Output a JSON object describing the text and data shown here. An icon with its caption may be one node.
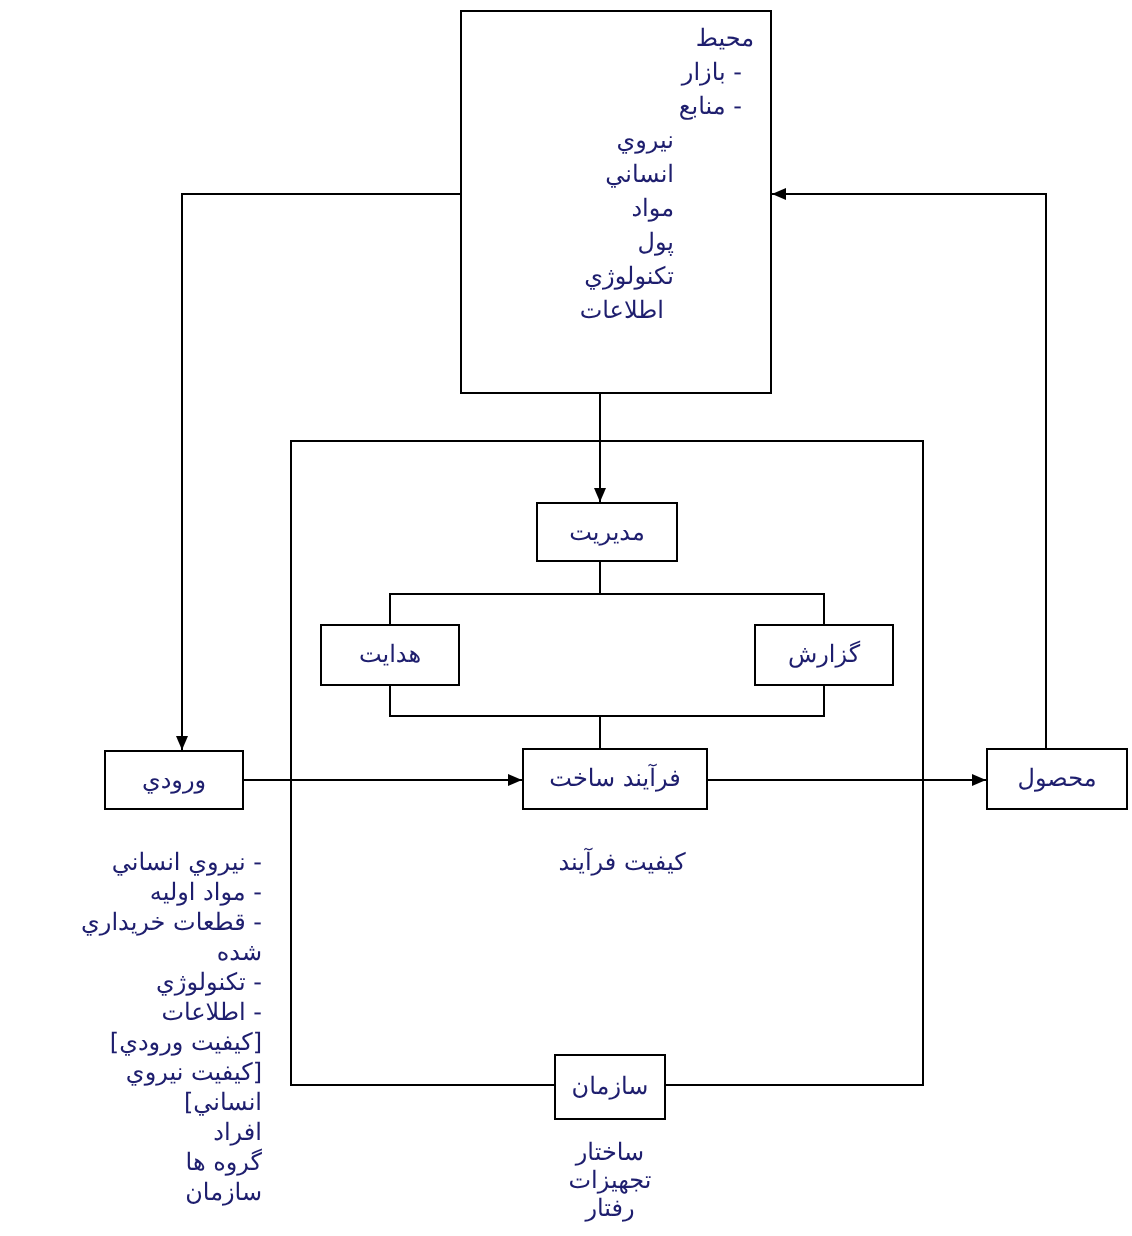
{
  "diagram": {
    "nodes": [
      {
        "text": [
          "محيط",
          "- بازار",
          "- منابع",
          "نيروي انساني",
          "مواد",
          "پول",
          "تكنولوژي",
          "اطلاعات"
        ]
      },
      {
        "text": [],
        "shape": "box"
      },
      {
        "text": [
          "مديريت"
        ],
        "in": 1
      },
      {
        "text": [
          "هدايت"
        ],
        "in": 1
      },
      {
        "text": [
          "گزارش"
        ],
        "in": 1
      },
      {
        "text": [
          "ورودي"
        ],
        "beside": [
          "- نيروي انساني",
          "- مواد اوليه",
          "- قطعات خريداري شده",
          "- تكنولوژي",
          "- اطلاعات",
          "[كيفيت ورودي]",
          "[كيفيت نيروي انساني]",
          "افراد",
          "گروه ها",
          "سازمان"
        ]
      },
      {
        "text": [
          "فرآيند ساخت"
        ],
        "in": 1,
        "beside": [
          "كيفيت فرآيند"
        ]
      },
      {
        "text": [
          "محصول"
        ]
      },
      {
        "text": [
          "سازمان"
        ],
        "beside": [
          "ساختار",
          "تجهيزات",
          "رفتار"
        ]
      }
    ],
    "edges": [
      {
        "from": 0,
        "to": 2,
        "arrow": "to"
      },
      {
        "from": 0,
        "to": 5,
        "arrow": "to"
      },
      {
        "from": 7,
        "to": 0,
        "arrow": "to"
      },
      {
        "from": 5,
        "to": 6,
        "arrow": "to"
      },
      {
        "from": 6,
        "to": 7,
        "arrow": "to"
      },
      {
        "from": 2,
        "to": 3,
        "arrow": "none"
      },
      {
        "from": 2,
        "to": 4,
        "arrow": "none"
      },
      {
        "from": 3,
        "to": 6,
        "arrow": "none"
      },
      {
        "from": 4,
        "to": 6,
        "arrow": "none"
      }
    ]
  }
}
